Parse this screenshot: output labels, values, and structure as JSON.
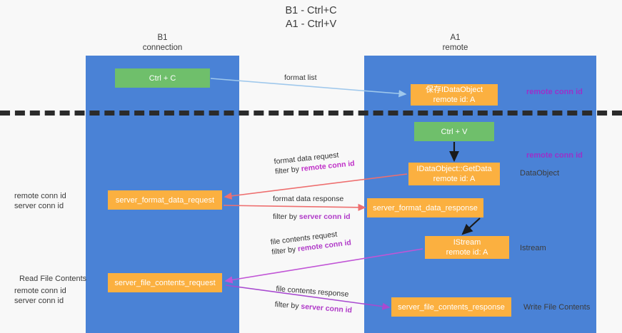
{
  "title": {
    "line1": "B1 - Ctrl+C",
    "line2": "A1 - Ctrl+V"
  },
  "lanes": [
    {
      "id": "b1",
      "name": "B1",
      "role": "connection",
      "color": "#4a82d6"
    },
    {
      "id": "a1",
      "name": "A1",
      "role": "remote",
      "color": "#4a82d6"
    }
  ],
  "nodes": {
    "ctrl_c": {
      "label": "Ctrl + C",
      "color": "#6fbf6b"
    },
    "save_idataobject": {
      "line1": "保存IDataObject",
      "line2": "remote id: A",
      "color": "#fbb040"
    },
    "ctrl_v": {
      "label": "Ctrl + V",
      "color": "#6fbf6b"
    },
    "getdata": {
      "line1": "IDataObject::GetData",
      "line2": "remote id: A",
      "color": "#fbb040"
    },
    "server_format_data_request": {
      "label": "server_format_data_request",
      "color": "#fbb040"
    },
    "server_format_data_response": {
      "label": "server_format_data_response",
      "color": "#fbb040"
    },
    "istream": {
      "line1": "IStream",
      "line2": "remote id: A",
      "color": "#fbb040"
    },
    "server_file_contents_request": {
      "label": "server_file_contents_request",
      "color": "#fbb040"
    },
    "server_file_contents_response": {
      "label": "server_file_contents_response",
      "color": "#fbb040"
    }
  },
  "edges": {
    "format_list": {
      "label": "format list",
      "color": "#9fc8ec"
    },
    "format_data_request": {
      "label": "format data request",
      "filter_prefix": "filter by ",
      "filter_key": "remote conn id",
      "color": "#ee6f6f"
    },
    "format_data_response": {
      "label": "format data response",
      "filter_prefix": "filter by ",
      "filter_key": "server conn id",
      "color": "#ee6f6f"
    },
    "file_contents_request": {
      "label": "file contents request",
      "filter_prefix": "filter by ",
      "filter_key": "remote conn id",
      "color": "#c155d6"
    },
    "file_contents_response": {
      "label": "file contents response",
      "filter_prefix": "filter by ",
      "filter_key": "server conn id",
      "color": "#a84ad0"
    }
  },
  "annotations": {
    "remote_conn_id_top": "remote conn id",
    "remote_conn_id_mid": "remote conn id",
    "dataobject": "DataObject",
    "istream": "Istream",
    "write_file_contents": "Write File Contents",
    "read_file_contents": "Read File Contents",
    "remote_conn_id_left_mid": "remote conn id",
    "server_conn_id_left_mid": "server conn id",
    "remote_conn_id_left_low": "remote conn id",
    "server_conn_id_left_low": "server conn id"
  },
  "colors": {
    "lane": "#4a82d6",
    "orange": "#fbb040",
    "green": "#6fbf6b",
    "purple": "#9b30c9",
    "green_text": "#6fbf6b",
    "separator": "#2b2b2b"
  }
}
